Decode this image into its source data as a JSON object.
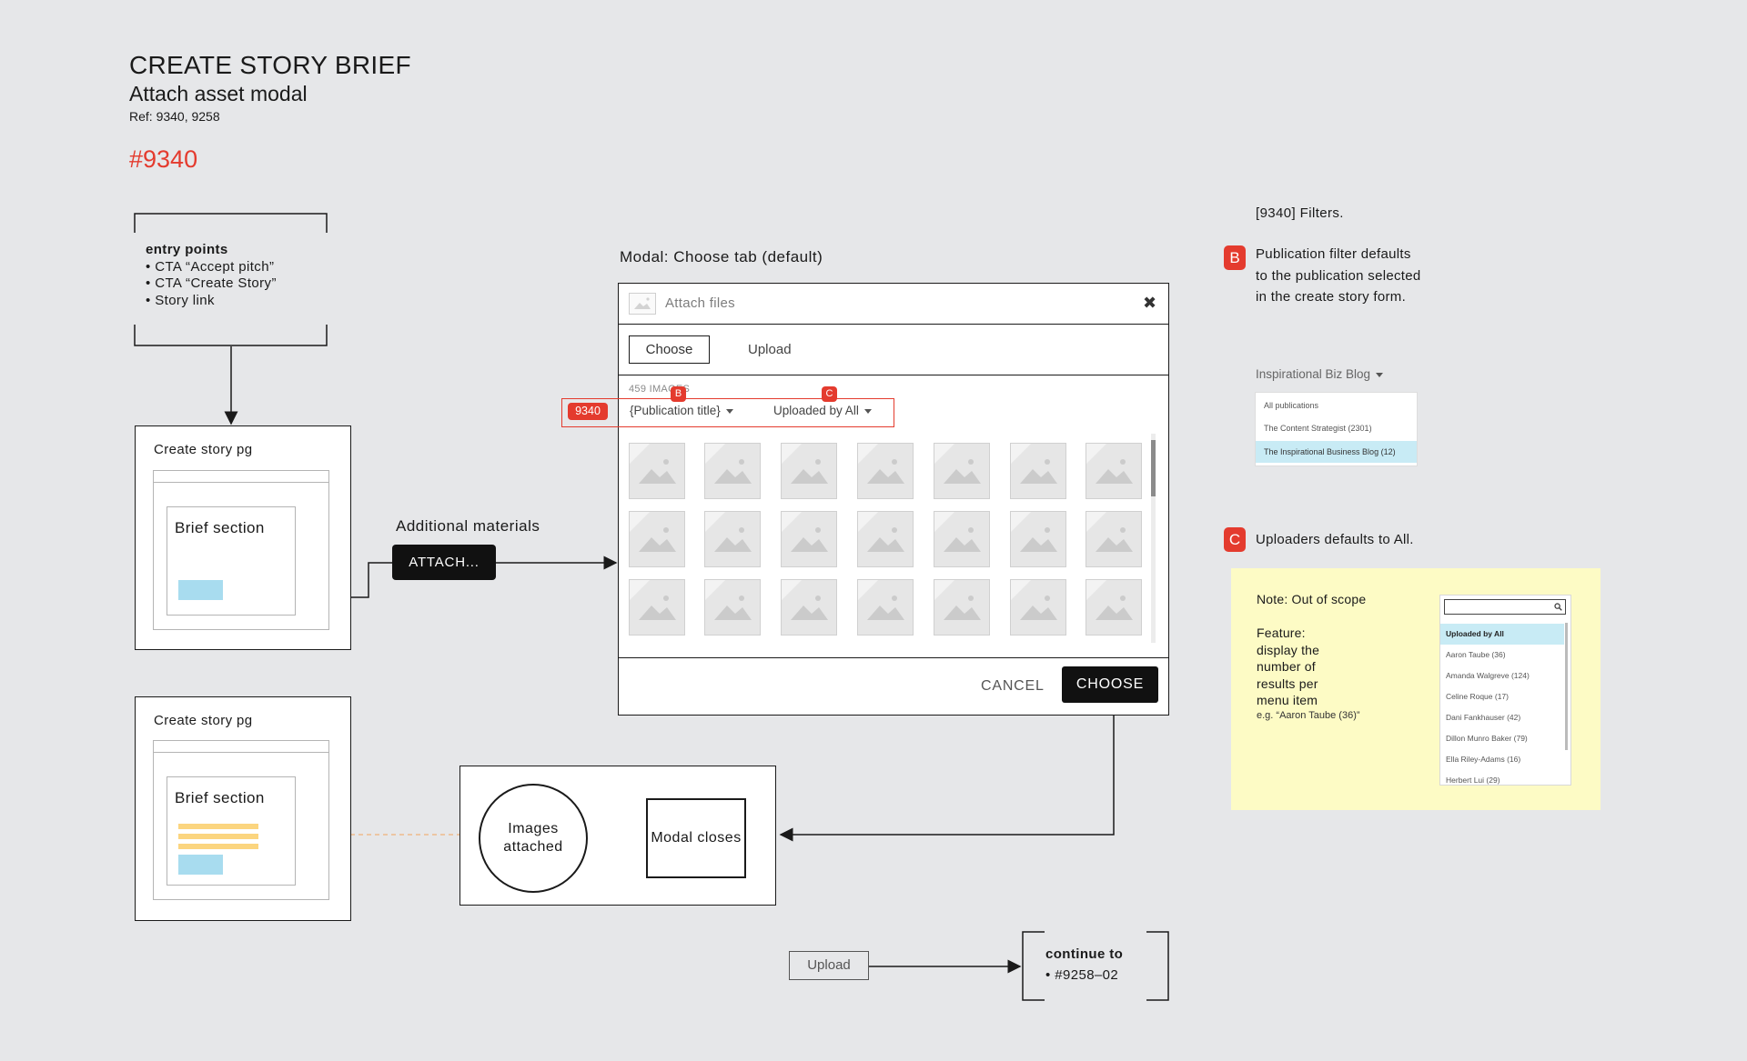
{
  "header": {
    "title": "CREATE STORY BRIEF",
    "subtitle": "Attach asset modal",
    "ref": "Ref: 9340, 9258",
    "ticket": "#9340"
  },
  "entry": {
    "heading": "entry points",
    "items": [
      "• CTA “Accept pitch”",
      "• CTA “Create Story”",
      "• Story link"
    ]
  },
  "page_top": {
    "label": "Create story pg",
    "brief": "Brief section"
  },
  "page_bottom": {
    "label": "Create story pg",
    "brief": "Brief section"
  },
  "attach": {
    "heading": "Additional materials",
    "button": "ATTACH..."
  },
  "modal": {
    "heading": "Modal: Choose tab (default)",
    "title": "Attach files",
    "close": "✖",
    "tab_choose": "Choose",
    "tab_upload": "Upload",
    "count": "459 IMAGES",
    "filter_publication": "{Publication title}",
    "filter_uploader": "Uploaded by All",
    "cancel": "CANCEL",
    "choose": "CHOOSE"
  },
  "badges": {
    "ticket": "9340",
    "b": "B",
    "c": "C"
  },
  "flow": {
    "images_attached": "Images attached",
    "modal_closes": "Modal closes",
    "upload": "Upload",
    "continue_heading": "continue to",
    "continue_item": "• #9258–02"
  },
  "notes": {
    "filters_heading": "[9340] Filters.",
    "b_text": "Publication filter defaults to the publication selected in the create story form.",
    "pub_select": "Inspirational Biz Blog",
    "pub_options": [
      "All publications",
      "The Content Strategist (2301)",
      "The Inspirational Business Blog (12)"
    ],
    "c_text": "Uploaders defaults to All.",
    "sticky_title": "Note: Out of scope",
    "sticky_feature": "Feature:\ndisplay the\nnumber of\nresults per\nmenu item",
    "sticky_example": "e.g. “Aaron Taube (36)”",
    "uploaders": [
      "Uploaded by All",
      "Aaron Taube (36)",
      "Amanda Walgreve (124)",
      "Celine Roque (17)",
      "Dani Fankhauser (42)",
      "Dillon Munro Baker (79)",
      "Ella Riley-Adams (16)",
      "Herbert Lui (29)"
    ]
  },
  "colors": {
    "accent_red": "#e43b2e",
    "highlight_blue": "#a8dcef",
    "highlight_yellow": "#fbd57f",
    "sticky": "#fdfbc5"
  }
}
